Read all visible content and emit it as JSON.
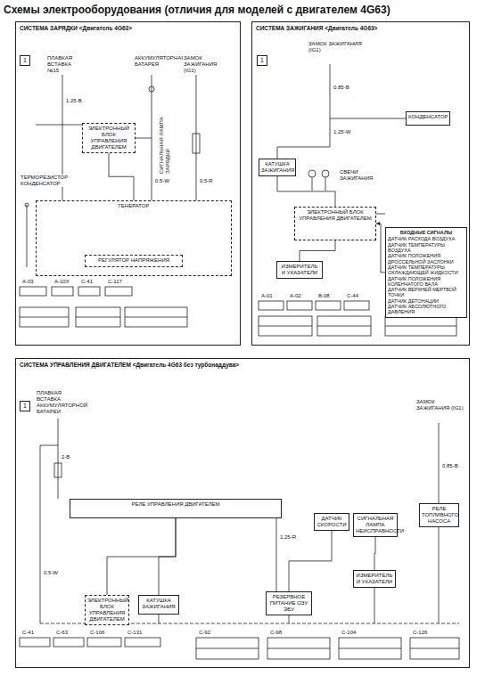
{
  "diagram": {
    "title": "Схемы электрооборудования (отличия для моделей с двигателем 4G63)",
    "nodes": [
      {
        "text": [
          "СИСТЕМА ЗАРЯДКИ <Двигатель 4G63>"
        ]
      },
      {
        "text": [
          "1"
        ],
        "in": 0
      },
      {
        "text": [
          "ЭЛЕКТРОННЫЙ БЛОК УПРАВЛЕНИЯ ДВИГАТЕЛЕМ"
        ],
        "in": 0
      },
      {
        "text": [
          "ГЕНЕРАТОР"
        ],
        "in": 0
      },
      {
        "text": [
          "РЕГУЛЯТОР НАПРЯЖЕНИЯ"
        ],
        "in": 3
      },
      {
        "text": [
          "СИСТЕМА ЗАЖИГАНИЯ <Двигатель 4G63>"
        ]
      },
      {
        "text": [
          "1"
        ],
        "in": 5
      },
      {
        "text": [
          "ЭЛЕКТРОННЫЙ БЛОК УПРАВЛЕНИЯ ДВИГАТЕЛЕМ"
        ],
        "in": 5
      },
      {
        "text": [
          "ВХОДНЫЕ СИГНАЛЫ",
          "ДАТЧИК РАСХОДА ВОЗДУХА",
          "ДАТЧИК ТЕМПЕРАТУРЫ ВОЗДУХА",
          "ДАТЧИК ПОЛОЖЕНИЯ ДРОССЕЛЬНОЙ ЗАСЛОНКИ",
          "ДАТЧИК ТЕМПЕРАТУРЫ ОХЛАЖДАЮЩЕЙ ЖИДКОСТИ",
          "ДАТЧИК ПОЛОЖЕНИЯ КОЛЕНЧАТОГО ВАЛА",
          "ДАТЧИК ВЕРХНЕЙ МЕРТВОЙ ТОЧКИ",
          "ДАТЧИК ДЕТОНАЦИИ",
          "ДАТЧИК АБСОЛЮТНОГО ДАВЛЕНИЯ"
        ],
        "in": 5
      },
      {
        "text": [
          "КОНДЕНСАТОР"
        ],
        "in": 5
      },
      {
        "text": [
          "ИЗМЕРИТЕЛЬ И УКАЗАТЕЛИ"
        ],
        "in": 5
      },
      {
        "text": [
          "КАТУШКА ЗАЖИГАНИЯ"
        ],
        "in": 5
      },
      {
        "text": [
          "СИСТЕМА УПРАВЛЕНИЯ ДВИГАТЕЛЕМ <Двигатель 4G63 без турбонаддува>"
        ]
      },
      {
        "text": [
          "1"
        ],
        "in": 12
      },
      {
        "text": [
          "2"
        ],
        "in": 12
      },
      {
        "text": [
          "РЕЛЕ УПРАВЛЕНИЯ ДВИГАТЕЛЕМ"
        ],
        "in": 12
      },
      {
        "text": [
          "ЭЛЕКТРОННЫЙ БЛОК УПРАВЛЕНИЯ ДВИГАТЕЛЕМ"
        ],
        "in": 12
      },
      {
        "text": [
          "КАТУШКА ЗАЖИГАНИЯ"
        ],
        "in": 12
      },
      {
        "text": [
          "РЕЗЕРВНОЕ ПИТАНИЕ ОЗУ ЭБУ"
        ],
        "in": 12
      },
      {
        "text": [
          "ДАТЧИК СКОРОСТИ"
        ],
        "in": 12
      },
      {
        "text": [
          "СИГНАЛЬНАЯ ЛАМПА НЕИСПРАВНОСТИ"
        ],
        "in": 12
      },
      {
        "text": [
          "ИЗМЕРИТЕЛЬ И УКАЗАТЕЛИ"
        ],
        "in": 12
      },
      {
        "text": [
          "РЕЛЕ ТОПЛИВНОГО НАСОСА"
        ],
        "in": 12
      }
    ],
    "edges": [
      {
        "from": 2,
        "to": 3,
        "arrow": "none"
      },
      {
        "from": 11,
        "to": 7,
        "arrow": "none"
      },
      {
        "from": 8,
        "to": 7,
        "arrow": "to"
      },
      {
        "from": 7,
        "to": 10,
        "arrow": "none"
      },
      {
        "from": 15,
        "to": 16,
        "arrow": "none"
      },
      {
        "from": 15,
        "to": 17,
        "arrow": "none"
      },
      {
        "from": 20,
        "to": 21,
        "arrow": "none"
      },
      {
        "from": 19,
        "to": 18,
        "arrow": "none"
      }
    ],
    "labels": [
      "ПЛАВКАЯ ВСТАВКА №15",
      "АККУМУЛЯТОРНАЯ БАТАРЕЯ",
      "ЗАМОК ЗАЖИГАНИЯ (IG1)",
      "ТЕРМОРЕЗИСТОР КОНДЕНСАТОР",
      "СИГНАЛЬНАЯ ЛАМПА ЗАРЯДКИ",
      "1.25-B",
      "0.5-W",
      "0.5-R",
      "A-03",
      "A-10X",
      "C-41",
      "C-117",
      "ЗАМОК ЗАЖИГАНИЯ (IG1)",
      "СВЕЧИ ЗАЖИГАНИЯ",
      "0.85-B",
      "1.25-W",
      "A-01",
      "A-02",
      "B-08",
      "C-44",
      "ПЛАВКАЯ ВСТАВКА АККУМУЛЯТОРНОЙ БАТАРЕИ",
      "ЗАМОК ЗАЖИГАНИЯ (IG1)",
      "2-B",
      "1.25-R",
      "0.85-B",
      "0.5-W",
      "C-41",
      "C-63",
      "C-106",
      "C-131",
      "C-92",
      "C-98",
      "C-104",
      "C-126"
    ]
  }
}
